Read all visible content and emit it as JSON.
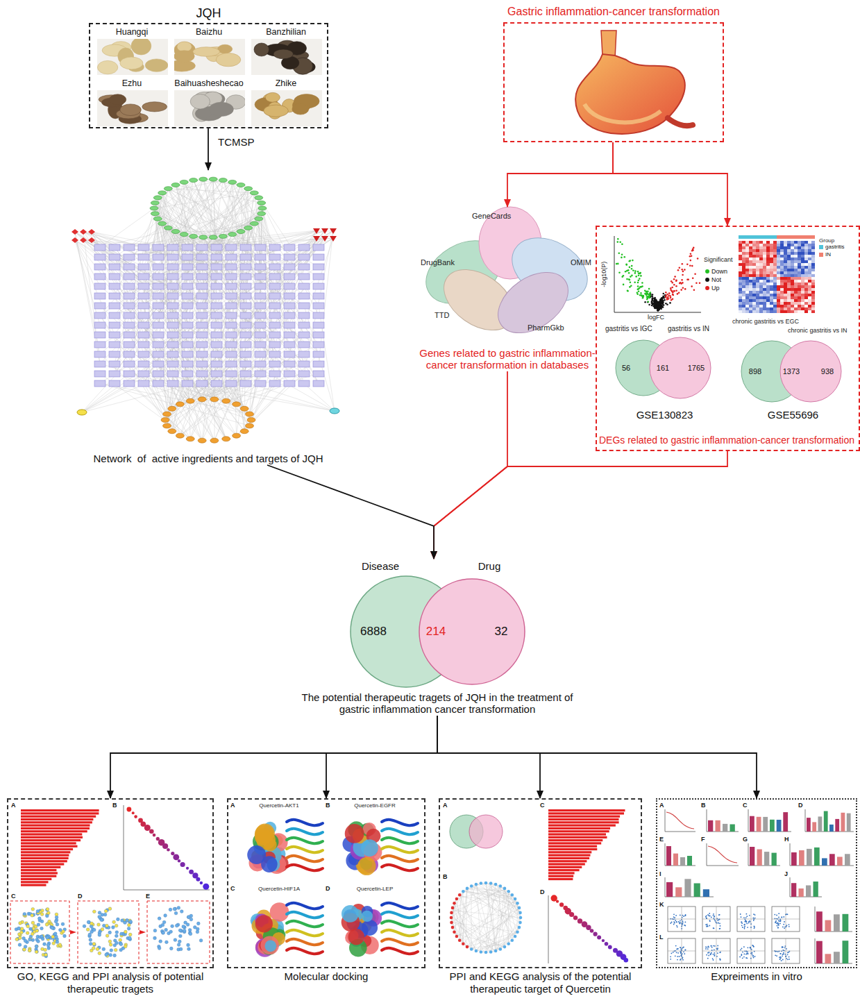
{
  "diagram": {
    "nodes": [
      {
        "text": [
          "JQH"
        ]
      },
      {
        "text": [
          "Huangqi"
        ],
        "in": 0
      },
      {
        "text": [
          "Baizhu"
        ],
        "in": 0
      },
      {
        "text": [
          "Banzhilian"
        ],
        "in": 0
      },
      {
        "text": [
          "Ezhu"
        ],
        "in": 0
      },
      {
        "text": [
          "Baihuasheshecao"
        ],
        "in": 0
      },
      {
        "text": [
          "Zhike"
        ],
        "in": 0
      },
      {
        "text": [
          "Network  of  active ingredients and targets of JQH"
        ]
      },
      {
        "text": [
          "Gastric inflammation-cancer transformation"
        ]
      },
      {
        "text": [
          "Genes related to gastric inflammation-cancer transformation in databases"
        ]
      },
      {
        "text": [
          "DEGs related to gastric inflammation-cancer transformation"
        ]
      },
      {
        "text": [
          "GSE130823"
        ],
        "in": 10
      },
      {
        "text": [
          "GSE55696"
        ],
        "in": 10
      },
      {
        "text": [
          "The potential therapeutic tragets of JQH in the treatment of gastric inflammation cancer transformation"
        ]
      },
      {
        "text": [
          "GO, KEGG and PPI analysis of potential therapeutic tragets"
        ]
      },
      {
        "text": [
          "Molecular docking"
        ]
      },
      {
        "text": [
          "PPI and KEGG analysis of the potential therapeutic target of Quercetin"
        ]
      },
      {
        "text": [
          "Expreiments in vitro"
        ]
      }
    ],
    "edges": [
      {
        "from": 0,
        "to": 7,
        "arrow": "to",
        "label": "TCMSP"
      },
      {
        "from": 8,
        "to": 9,
        "arrow": "to"
      },
      {
        "from": 8,
        "to": 10,
        "arrow": "to"
      },
      {
        "from": 7,
        "to": 13,
        "arrow": "to"
      },
      {
        "from": 9,
        "to": 13,
        "arrow": "to"
      },
      {
        "from": 10,
        "to": 13,
        "arrow": "to"
      },
      {
        "from": 13,
        "to": 14,
        "arrow": "to"
      },
      {
        "from": 13,
        "to": 15,
        "arrow": "to"
      },
      {
        "from": 13,
        "to": 16,
        "arrow": "to"
      },
      {
        "from": 13,
        "to": 17,
        "arrow": "to"
      }
    ],
    "labels": [
      "DrugBank",
      "GeneCards",
      "OMIM",
      "TTD",
      "PharmGkb",
      "-log10(P)",
      "logFC",
      "Significant",
      "Group",
      "gastritis vs IGC",
      "gastritis vs IN",
      "56",
      "161",
      "1765",
      "chronic gastritis vs EGC",
      "chronic gastritis vs IN",
      "898",
      "1373",
      "938",
      "Disease",
      "Drug",
      "6888",
      "214",
      "32",
      "A",
      "B",
      "C",
      "D",
      "E",
      "A",
      "Quercetin-AKT1",
      "B",
      "Quercetin-EGFR",
      "C",
      "Quercetin-HIF1A",
      "D",
      "Quercetin-LEP",
      "A",
      "B",
      "C",
      "D",
      "A",
      "B",
      "C",
      "D",
      "E",
      "F",
      "G",
      "H",
      "I",
      "J",
      "K",
      "L"
    ],
    "legend": [
      {
        "text": "Down",
        "color": "#22c022"
      },
      {
        "text": "Not",
        "color": "#111111"
      },
      {
        "text": "Up",
        "color": "#e02020"
      },
      {
        "text": "gastritis",
        "color": "#4fc3d9"
      },
      {
        "text": "IN",
        "color": "#f08070"
      }
    ]
  }
}
